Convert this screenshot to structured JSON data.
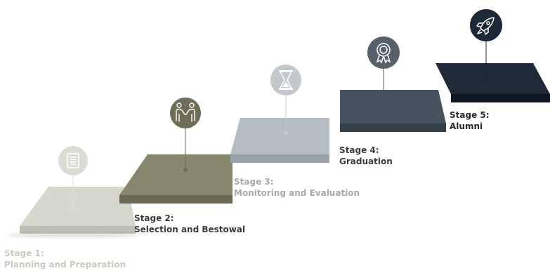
{
  "stages": [
    {
      "number_label": "Stage 1:",
      "name": "Planning and Preparation",
      "icon": "clipboard-icon",
      "colors": {
        "top": "#d7d7cd",
        "side": "#bcbcb0",
        "circle": "#dcdcd4",
        "label": "#c9c9be"
      }
    },
    {
      "number_label": "Stage 2:",
      "name": "Selection and Bestowal",
      "icon": "handshake-icon",
      "colors": {
        "top": "#88876e",
        "side": "#6a6954",
        "circle": "#6e6d58",
        "label": "#3b3b3b"
      }
    },
    {
      "number_label": "Stage 3:",
      "name": "Monitoring and Evaluation",
      "icon": "hourglass-icon",
      "colors": {
        "top": "#b6bcc4",
        "side": "#9aa0a8",
        "circle": "#c4c8cd",
        "label": "#a9a9a9"
      }
    },
    {
      "number_label": "Stage 4:",
      "name": "Graduation",
      "icon": "award-ribbon-icon",
      "colors": {
        "top": "#46525e",
        "side": "#333e48",
        "circle": "#57616b",
        "label": "#3b3b3b"
      }
    },
    {
      "number_label": "Stage 5:",
      "name": "Alumni",
      "icon": "rocket-icon",
      "colors": {
        "top": "#1e2a38",
        "side": "#0e1722",
        "circle": "#1c2836",
        "label": "#2a2a2a"
      }
    }
  ]
}
